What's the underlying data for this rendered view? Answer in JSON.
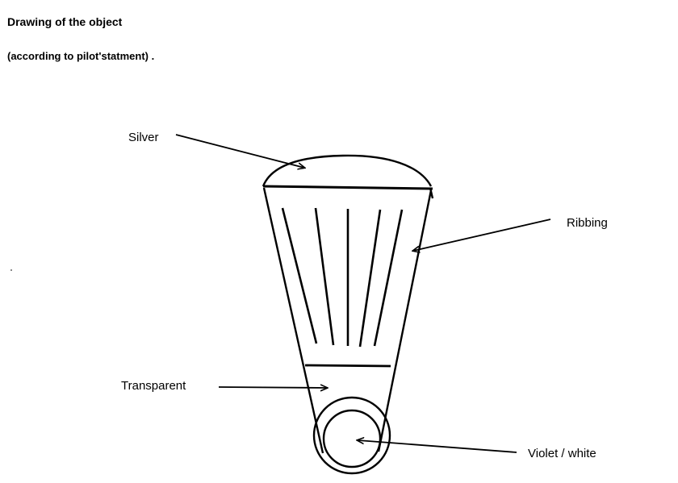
{
  "document": {
    "title": "Drawing of the object",
    "subtitle": "(according to pilot'statment) ."
  },
  "labels": {
    "silver": "Silver",
    "ribbing": "Ribbing",
    "transparent": "Transparent",
    "violet_white": "Violet / white"
  },
  "colors": {
    "ink": "#000000",
    "background": "#ffffff"
  }
}
